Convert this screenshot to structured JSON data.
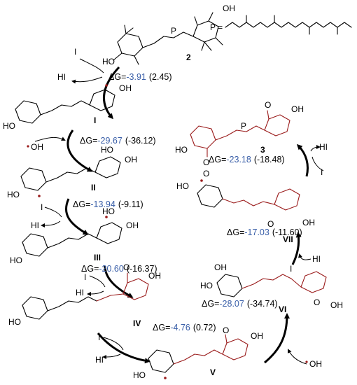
{
  "polyene_definition": "P =",
  "compounds": {
    "c2": {
      "label": "2"
    },
    "cI": {
      "label": "I"
    },
    "cII": {
      "label": "II"
    },
    "cIII": {
      "label": "III"
    },
    "cIV": {
      "label": "IV"
    },
    "cV": {
      "label": "V"
    },
    "cVI": {
      "label": "VI"
    },
    "cVII": {
      "label": "VII"
    },
    "c3": {
      "label": "3"
    }
  },
  "reagents": {
    "iodine_radical": "I",
    "hydroiodic_acid": "HI",
    "hydroxyl_radical": "OH",
    "hydroxyl_group": "OH",
    "ho_group": "HO",
    "carbonyl": "O",
    "polyene_marker": "P"
  },
  "steps": [
    {
      "id": "step1",
      "prefix": "ΔG=",
      "value": "-3.91",
      "alt": "(2.45)"
    },
    {
      "id": "step2",
      "prefix": "ΔG=",
      "value": "-29.67",
      "alt": "(-36.12)"
    },
    {
      "id": "step3",
      "prefix": "ΔG=",
      "value": "-13.94",
      "alt": "(-9.11)"
    },
    {
      "id": "step4",
      "prefix": "ΔG=",
      "value": "-20.60",
      "alt": "(-16.37)"
    },
    {
      "id": "step5",
      "prefix": "ΔG=",
      "value": "-4.76",
      "alt": "(0.72)"
    },
    {
      "id": "step6",
      "prefix": "ΔG=",
      "value": "-28.07",
      "alt": "(-34.74)"
    },
    {
      "id": "step7",
      "prefix": "ΔG=",
      "value": "-17.03",
      "alt": "(-11.60)"
    },
    {
      "id": "step8",
      "prefix": "ΔG=",
      "value": "-23.18",
      "alt": "(-18.48)"
    }
  ],
  "colors": {
    "energy_value": "#3a5fa8",
    "highlight": "#9a1b1b",
    "ink": "#000000"
  }
}
